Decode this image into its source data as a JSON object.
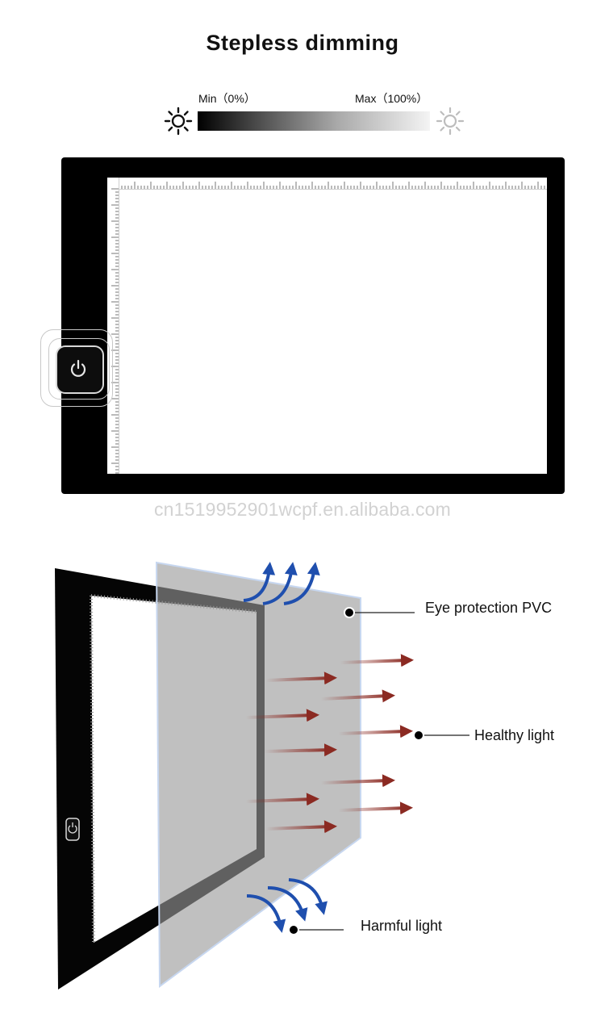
{
  "title": "Stepless dimming",
  "dimming": {
    "min_label": "Min（0%）",
    "max_label": "Max（100%）",
    "gradient_start": "#000000",
    "gradient_end": "#f4f4f4",
    "min_icon": "sun-dark-icon",
    "max_icon": "sun-light-icon"
  },
  "pad": {
    "frame_color": "#000000",
    "screen_color": "#ffffff",
    "button_icon": "power-icon"
  },
  "watermark": "cn1519952901wcpf.en.alibaba.com",
  "diagram": {
    "labels": {
      "pvc": "Eye protection PVC",
      "healthy": "Healthy light",
      "harmful": "Harmful light"
    },
    "colors": {
      "healthy_arrow": "#8b2a22",
      "harmful_arrow": "#1f4fae",
      "pvc_sheet": "#9a9a9a"
    }
  }
}
